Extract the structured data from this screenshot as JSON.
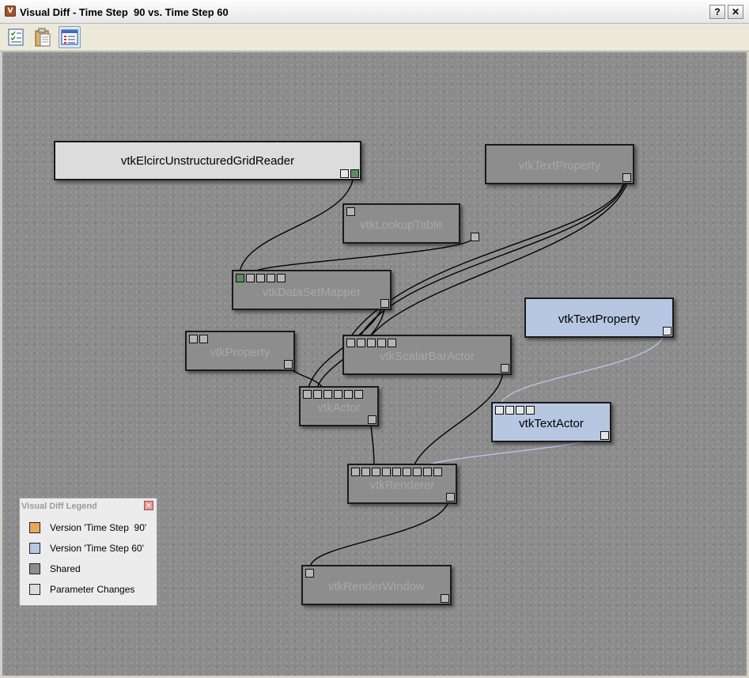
{
  "window": {
    "title": "Visual Diff - Time Step  90 vs. Time Step 60",
    "app_icon": "vistrails-icon"
  },
  "titlebar_buttons": {
    "help": "?",
    "close": "✕"
  },
  "toolbar": [
    {
      "name": "checklist-icon"
    },
    {
      "name": "clipboard-icon"
    },
    {
      "name": "properties-icon"
    }
  ],
  "colors": {
    "shared": "#8d8d8d",
    "version_a": "#e8a85c",
    "version_b": "#b7c7e2",
    "param_changes": "#dcdcdc"
  },
  "modules": [
    {
      "id": "reader",
      "label": "vtkElcircUnstructuredGridReader",
      "type": "param"
    },
    {
      "id": "textprop1",
      "label": "vtkTextProperty",
      "type": "shared"
    },
    {
      "id": "lut",
      "label": "vtkLookupTable",
      "type": "shared"
    },
    {
      "id": "mapper",
      "label": "vtkDataSetMapper",
      "type": "shared"
    },
    {
      "id": "textprop2",
      "label": "vtkTextProperty",
      "type": "v60"
    },
    {
      "id": "property",
      "label": "vtkProperty",
      "type": "shared"
    },
    {
      "id": "scalarbar",
      "label": "vtkScalarBarActor",
      "type": "shared"
    },
    {
      "id": "actor",
      "label": "vtkActor",
      "type": "shared"
    },
    {
      "id": "textactor",
      "label": "vtkTextActor",
      "type": "v60"
    },
    {
      "id": "renderer",
      "label": "vtkRenderer",
      "type": "shared"
    },
    {
      "id": "renderwindow",
      "label": "vtkRenderWindow",
      "type": "shared"
    }
  ],
  "legend": {
    "title": "Visual Diff Legend",
    "close": "✕",
    "items": [
      {
        "label": "Version 'Time Step  90'",
        "color": "#e8a85c"
      },
      {
        "label": "Version 'Time Step 60'",
        "color": "#b7c7e2"
      },
      {
        "label": "Shared",
        "color": "#8d8d8d"
      },
      {
        "label": "Parameter Changes",
        "color": "#dcdcdc"
      }
    ]
  }
}
